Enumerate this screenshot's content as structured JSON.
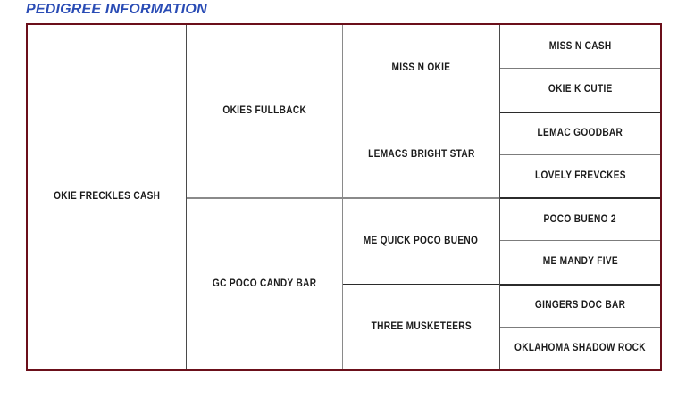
{
  "section": {
    "title": "PEDIGREE INFORMATION",
    "title_color": "#2a4cb5"
  },
  "table": {
    "border_color": "#6b0f1a",
    "divider_color": "#7c7c7c",
    "text_color": "#1b1b1b"
  },
  "pedigree": {
    "generation1": [
      {
        "name": "OKIE FRECKLES CASH"
      }
    ],
    "generation2": [
      {
        "name": "OKIES FULLBACK"
      },
      {
        "name": "GC POCO CANDY BAR"
      }
    ],
    "generation3": [
      {
        "name": "MISS N OKIE"
      },
      {
        "name": "LEMACS BRIGHT STAR"
      },
      {
        "name": "ME QUICK POCO BUENO"
      },
      {
        "name": "THREE MUSKETEERS"
      }
    ],
    "generation4": [
      {
        "name": "MISS N CASH"
      },
      {
        "name": "OKIE K CUTIE"
      },
      {
        "name": "LEMAC GOODBAR"
      },
      {
        "name": "LOVELY FREVCKES"
      },
      {
        "name": "POCO BUENO 2"
      },
      {
        "name": "ME MANDY FIVE"
      },
      {
        "name": "GINGERS DOC BAR"
      },
      {
        "name": "OKLAHOMA SHADOW ROCK"
      }
    ]
  }
}
